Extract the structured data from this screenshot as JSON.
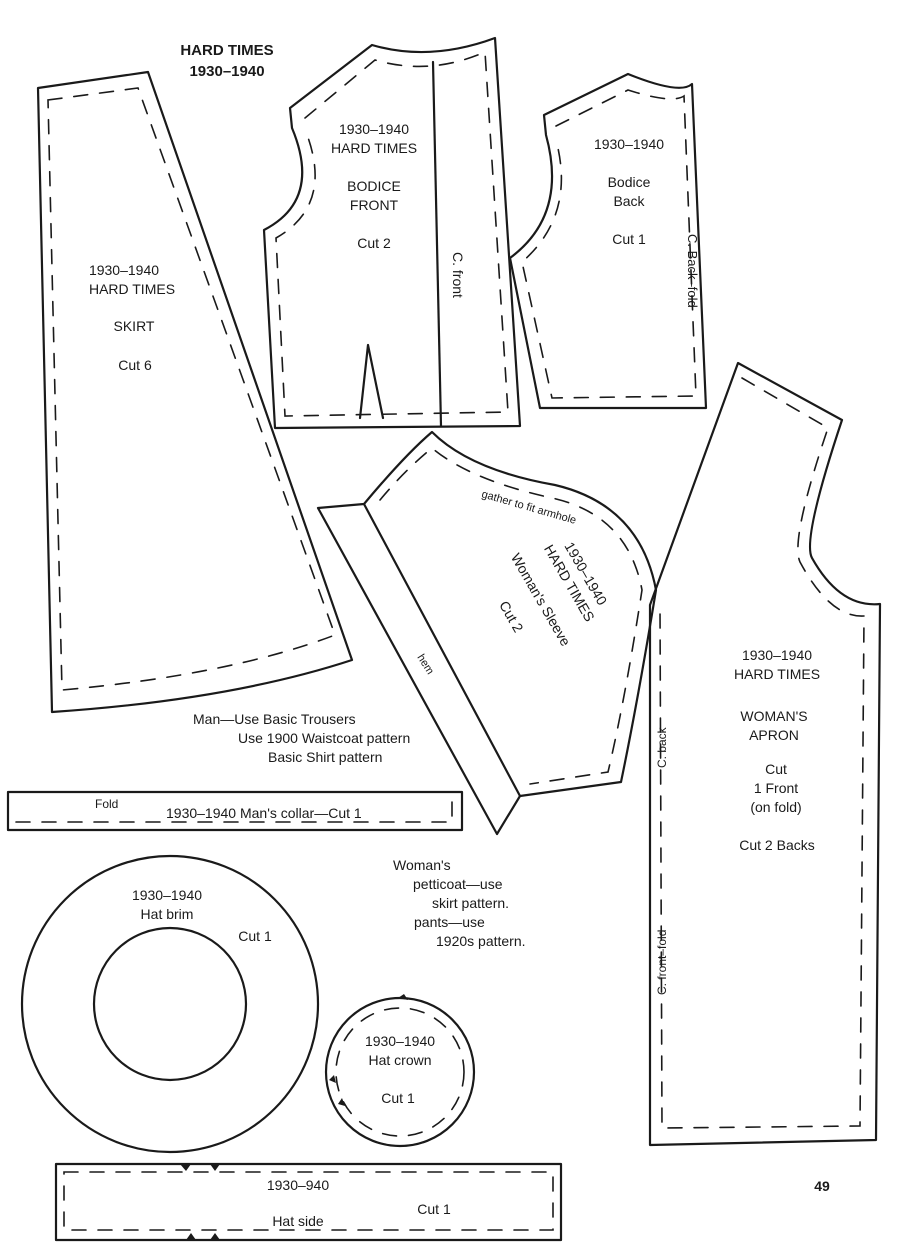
{
  "header": {
    "line1": "HARD TIMES",
    "line2": "1930–1940"
  },
  "skirt": {
    "era": "1930–1940",
    "title": "HARD TIMES",
    "name": "SKIRT",
    "cut": "Cut 6"
  },
  "bodice_front": {
    "era": "1930–1940",
    "title": "HARD TIMES",
    "name1": "BODICE",
    "name2": "FRONT",
    "cut": "Cut 2",
    "side": "C. front"
  },
  "bodice_back": {
    "era": "1930–1940",
    "name1": "Bodice",
    "name2": "Back",
    "cut": "Cut 1",
    "side": "C. Back–fold"
  },
  "sleeve": {
    "era": "1930–1940",
    "title": "HARD TIMES",
    "name": "Woman's Sleeve",
    "cut": "Cut 2",
    "gather": "gather to fit armhole",
    "hem": "hem"
  },
  "apron": {
    "era": "1930–1940",
    "title": "HARD TIMES",
    "name1": "WOMAN'S",
    "name2": "APRON",
    "cut1": "Cut",
    "cut2": "1 Front",
    "cut3": "(on fold)",
    "cut4": "Cut 2 Backs",
    "side_back": "C. back",
    "side_front": "C. front–fold"
  },
  "man_note": {
    "line1": "Man—Use Basic Trousers",
    "line2": "Use 1900 Waistcoat pattern",
    "line3": "Basic Shirt pattern"
  },
  "collar": {
    "fold": "Fold",
    "label": "1930–1940 Man's collar—Cut 1"
  },
  "woman_note": {
    "line1": "Woman's",
    "line2": "petticoat—use",
    "line3": "skirt pattern.",
    "line4": "pants—use",
    "line5": "1920s pattern."
  },
  "hat_brim": {
    "era": "1930–1940",
    "name": "Hat brim",
    "cut": "Cut 1"
  },
  "hat_crown": {
    "era": "1930–1940",
    "name": "Hat crown",
    "cut": "Cut 1"
  },
  "hat_side": {
    "era": "1930–940",
    "name": "Hat side",
    "cut": "Cut 1"
  },
  "page_number": "49"
}
